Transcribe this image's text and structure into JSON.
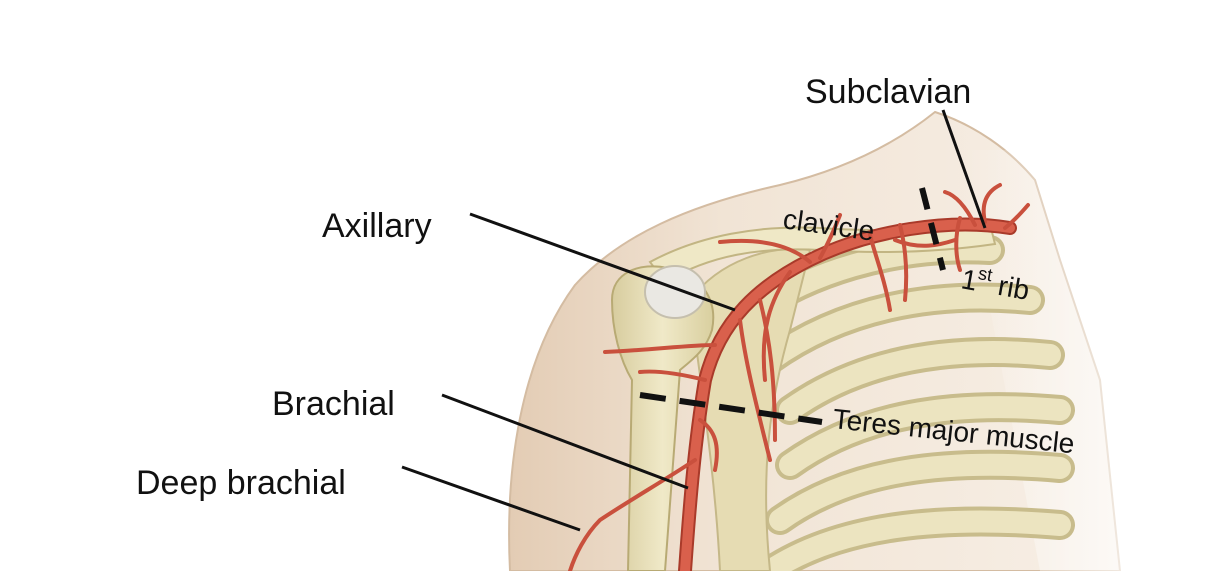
{
  "labels": {
    "subclavian": "Subclavian",
    "axillary": "Axillary",
    "brachial": "Brachial",
    "deep_brachial": "Deep brachial",
    "clavicle": "clavicle",
    "first_rib_num": "1",
    "first_rib_sup": "st",
    "first_rib_word": " rib",
    "teres_major": "Teres major muscle"
  },
  "colors": {
    "skin": "#efe2d3",
    "skin_shadow": "#dcc6ae",
    "bone": "#ede6c2",
    "bone_shadow": "#c9bd8e",
    "artery": "#d9604c",
    "artery_dark": "#a93a2a",
    "leader_line": "#111111"
  }
}
